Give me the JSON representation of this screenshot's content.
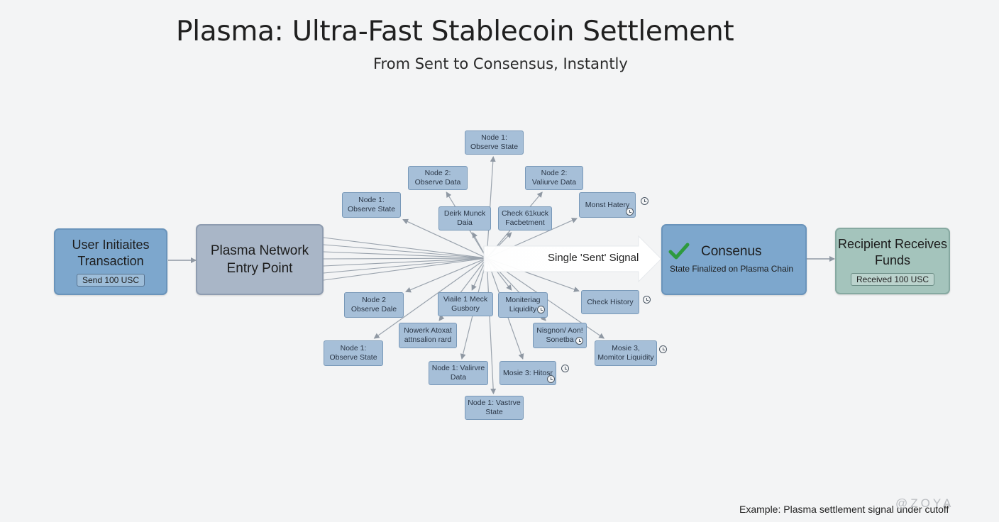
{
  "title": "Plasma: Ultra-Fast Stablecoin Settlement",
  "subtitle": "From Sent to Consensus, Instantly",
  "flow": {
    "user": {
      "title": "User Initiaites Transaction",
      "badge": "Send 100 USC"
    },
    "entry": {
      "title": "Plasma Network Entry Point"
    },
    "signal": "Single 'Sent' Signal",
    "consensus": {
      "title": "Consenus",
      "subtitle": "State Finalized on Plasma Chain"
    },
    "recipient": {
      "title": "Recipient Receives Funds",
      "badge": "Received 100 USC"
    }
  },
  "nodes": [
    "Node 1: Observe State",
    "Node 2: Observe Data",
    "Node 2: Valiurve Data",
    "Node 1: Observe State",
    "Monst Hatery",
    "Deirk Munck Daia",
    "Check 61kuck Facbetment",
    "Node 2 Observe Dale",
    "Viaile 1 Meck Gusbory",
    "Moniteriag Liquidity",
    "Check History",
    "Nowerk Atoxat attnsalion rard",
    "Nisgnon/ Aon! Sonetba",
    "Node 1: Observe State",
    "Mosie 3, Momitor Liquidity",
    "Node 1: Valirvre Data",
    "Mosie 3: Hitosr",
    "Node 1: Vastrve State"
  ],
  "icons": {
    "clock": "clock-icon",
    "check": "check-icon",
    "arrow": "arrow-icon"
  },
  "colors": {
    "flow_box": "#7da7cd",
    "entry_box": "#a9b6c7",
    "recipient_box": "#a4c4bc",
    "node_box": "#a6bfd8",
    "check": "#2e9a3e"
  },
  "caption": "Example: Plasma settlement signal under cutoff",
  "watermark": "@ZOYA"
}
